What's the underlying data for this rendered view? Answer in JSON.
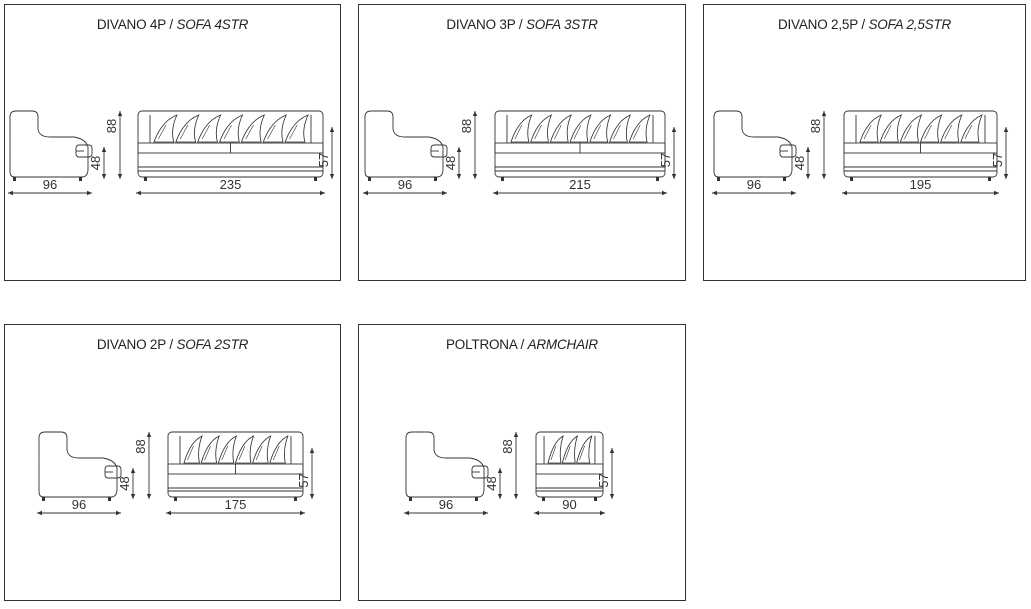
{
  "panels": [
    {
      "title_main": "DIVANO 4P",
      "title_separator": " / ",
      "title_italic": "SOFA 4STR",
      "side": {
        "depth": "96",
        "seat_height": "48",
        "total_height": "88"
      },
      "front": {
        "width": "235",
        "arm_height": "57",
        "cushions": 7
      }
    },
    {
      "title_main": "DIVANO 3P",
      "title_separator": " / ",
      "title_italic": "SOFA 3STR",
      "side": {
        "depth": "96",
        "seat_height": "48",
        "total_height": "88"
      },
      "front": {
        "width": "215",
        "arm_height": "57",
        "cushions": 7
      }
    },
    {
      "title_main": "DIVANO 2,5P",
      "title_separator": " / ",
      "title_italic": "SOFA 2,5STR",
      "side": {
        "depth": "96",
        "seat_height": "48",
        "total_height": "88"
      },
      "front": {
        "width": "195",
        "arm_height": "57",
        "cushions": 6
      }
    },
    {
      "title_main": "DIVANO 2P",
      "title_separator": " / ",
      "title_italic": "SOFA 2STR",
      "side": {
        "depth": "96",
        "seat_height": "48",
        "total_height": "88"
      },
      "front": {
        "width": "175",
        "arm_height": "57",
        "cushions": 6
      }
    },
    {
      "title_main": "POLTRONA",
      "title_separator": " / ",
      "title_italic": "ARMCHAIR",
      "side": {
        "depth": "96",
        "seat_height": "48",
        "total_height": "88"
      },
      "front": {
        "width": "90",
        "arm_height": "57",
        "cushions": 3
      }
    }
  ]
}
